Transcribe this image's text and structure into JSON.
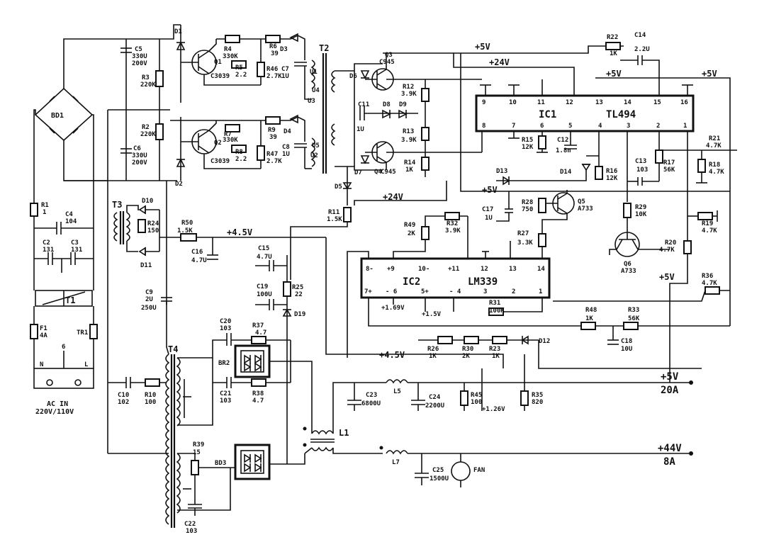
{
  "labels": {
    "BD1": "BD1",
    "R1": "R1",
    "R1v": "1",
    "C4": "C4",
    "C4v": "104",
    "C2": "C2",
    "C2v": "131",
    "C3": "C3",
    "C3v": "131",
    "T1": "T1",
    "F1": "F1",
    "F1v": "4A",
    "TR1": "TR1",
    "six": "6",
    "N": "N",
    "L": "L",
    "acin1": "AC IN",
    "acin2": "220V/110V",
    "C5": "C5",
    "C5a": "330U",
    "C5b": "200V",
    "R3": "R3",
    "R3v": "220K",
    "R2": "R2",
    "R2v": "220K",
    "C6": "C6",
    "C6a": "330U",
    "C6b": "200V",
    "D1": "D1",
    "D2": "D2",
    "Q1": "Q1",
    "Q1v": "C3039",
    "Q2": "Q2",
    "Q2v": "C3039",
    "R4": "R4",
    "R4v": "330K",
    "R5": "R5",
    "R5v": "2.2",
    "R6": "R6",
    "R6v": "39",
    "R46": "R46",
    "R46v": "2.7K",
    "D3": "D3",
    "C7": "C7",
    "C7v": "1U",
    "R7": "R7",
    "R7v": "330K",
    "R8": "R8",
    "R8v": "2.2",
    "R9": "R9",
    "R9v": "39",
    "R47": "R47",
    "R47v": "2.7K",
    "D4": "D4",
    "C8": "C8",
    "C8v": "1U",
    "T2": "T2",
    "U1": "U1",
    "U4": "U4",
    "U3": "U3",
    "U5": "U5",
    "U2": "U2",
    "Q3": "Q3",
    "Q3v": "C945",
    "Q4": "Q4",
    "Q4v": "C945",
    "D6": "D6",
    "D7": "D7",
    "D5": "D5",
    "C11": "C11",
    "C11v": "1U",
    "D8": "D8",
    "D9": "D9",
    "R12": "R12",
    "R12v": "3.9K",
    "R13": "R13",
    "R13v": "3.9K",
    "R14": "R14",
    "R14v": "1K",
    "R11": "R11",
    "R11v": "1.5K",
    "p5v_1": "+5V",
    "p24v_1": "+24V",
    "p5v_2": "+5V",
    "p5v_3": "+5V",
    "p24v_2": "+24V",
    "p5v_4": "+5V",
    "p5v_5": "+5V",
    "R22": "R22",
    "R22v": "1K",
    "C14": "C14",
    "C14v": "2.2U",
    "IC1": "IC1",
    "TL494": "TL494",
    "pin9": "9",
    "pin10": "10",
    "pin11": "11",
    "pin12": "12",
    "pin13": "13",
    "pin14": "14",
    "pin15": "15",
    "pin16": "16",
    "pin8": "8",
    "pin7": "7",
    "pin6": "6",
    "pin5": "5",
    "pin4": "4",
    "pin3": "3",
    "pin2": "2",
    "pin1": "1",
    "R15": "R15",
    "R15v": "12K",
    "C12": "C12",
    "C12v": "1.8n",
    "D14": "D14",
    "R16": "R16",
    "R16v": "12K",
    "C13": "C13",
    "C13v": "103",
    "R17": "R17",
    "R17v": "56K",
    "R21": "R21",
    "R21v": "4.7K",
    "R18": "R18",
    "R18v": "4.7K",
    "D13": "D13",
    "R28": "R28",
    "R28v": "750",
    "Q5": "Q5",
    "Q5v": "A733",
    "C17": "C17",
    "C17v": "1U",
    "R29": "R29",
    "R29v": "10K",
    "R19": "R19",
    "R19v": "4.7K",
    "R20": "R20",
    "R20v": "4.7K",
    "Q6": "Q6",
    "Q6v": "A733",
    "R36": "R36",
    "R36v": "4.7K",
    "T3": "T3",
    "D10": "D10",
    "R24": "R24",
    "R24v": "150",
    "D11": "D11",
    "R50": "R50",
    "R50v": "1.5K",
    "p45v_1": "+4.5V",
    "C16": "C16",
    "C16v": "4.7U",
    "C15": "C15",
    "C15v": "4.7U",
    "C19": "C19",
    "C19v": "100U",
    "R25": "R25",
    "R25v": "22",
    "D19": "D19",
    "R49": "R49",
    "R49v": "2K",
    "R32": "R32",
    "R32v": "3.9K",
    "R27": "R27",
    "R27v": "3.3K",
    "IC2": "IC2",
    "LM339": "LM339",
    "p8m": "8-",
    "p9p": "+9",
    "p10m": "10-",
    "p11p": "+11",
    "p12": "12",
    "p13": "13",
    "p14": "14",
    "p7p": "7+",
    "p6m": "- 6",
    "p5p": "5+",
    "p4m": "- 4",
    "p3": "3",
    "p2": "2",
    "p1": "1",
    "v169": "+1.69V",
    "v15": "+1.5V",
    "R31": "R31",
    "R31v": "100K",
    "R48": "R48",
    "R48v": "1K",
    "R33": "R33",
    "R33v": "56K",
    "C18": "C18",
    "C18v": "10U",
    "R26": "R26",
    "R26v": "1K",
    "R30": "R30",
    "R30v": "2K",
    "R23": "R23",
    "R23v": "1K",
    "D12": "D12",
    "p45v_2": "+4.5V",
    "C9": "C9",
    "C9a": "2U",
    "C9b": "250U",
    "C10": "C10",
    "C10v": "102",
    "R10": "R10",
    "R10v": "100",
    "T4": "T4",
    "C20": "C20",
    "C20v": "103",
    "R37": "R37",
    "R37v": "4.7",
    "BR2": "BR2",
    "C21": "C21",
    "C21v": "103",
    "R38": "R38",
    "R38v": "4.7",
    "R39": "R39",
    "R39v": "15",
    "BD3": "BD3",
    "C22": "C22",
    "C22v": "103",
    "L5": "L5",
    "C23": "C23",
    "C23v": "6800U",
    "C24": "C24",
    "C24v": "2200U",
    "R45": "R45",
    "R45v": "100",
    "R35": "R35",
    "R35v": "820",
    "v126": "+1.26V",
    "out5v": "+5V",
    "out20a": "20A",
    "L1": "L1",
    "L7": "L7",
    "C25": "C25",
    "C25v": "1500U",
    "FAN": "FAN",
    "out44v": "+44V",
    "out8a": "8A"
  },
  "colors": {
    "ink": "#111111",
    "paper": "#ffffff"
  }
}
